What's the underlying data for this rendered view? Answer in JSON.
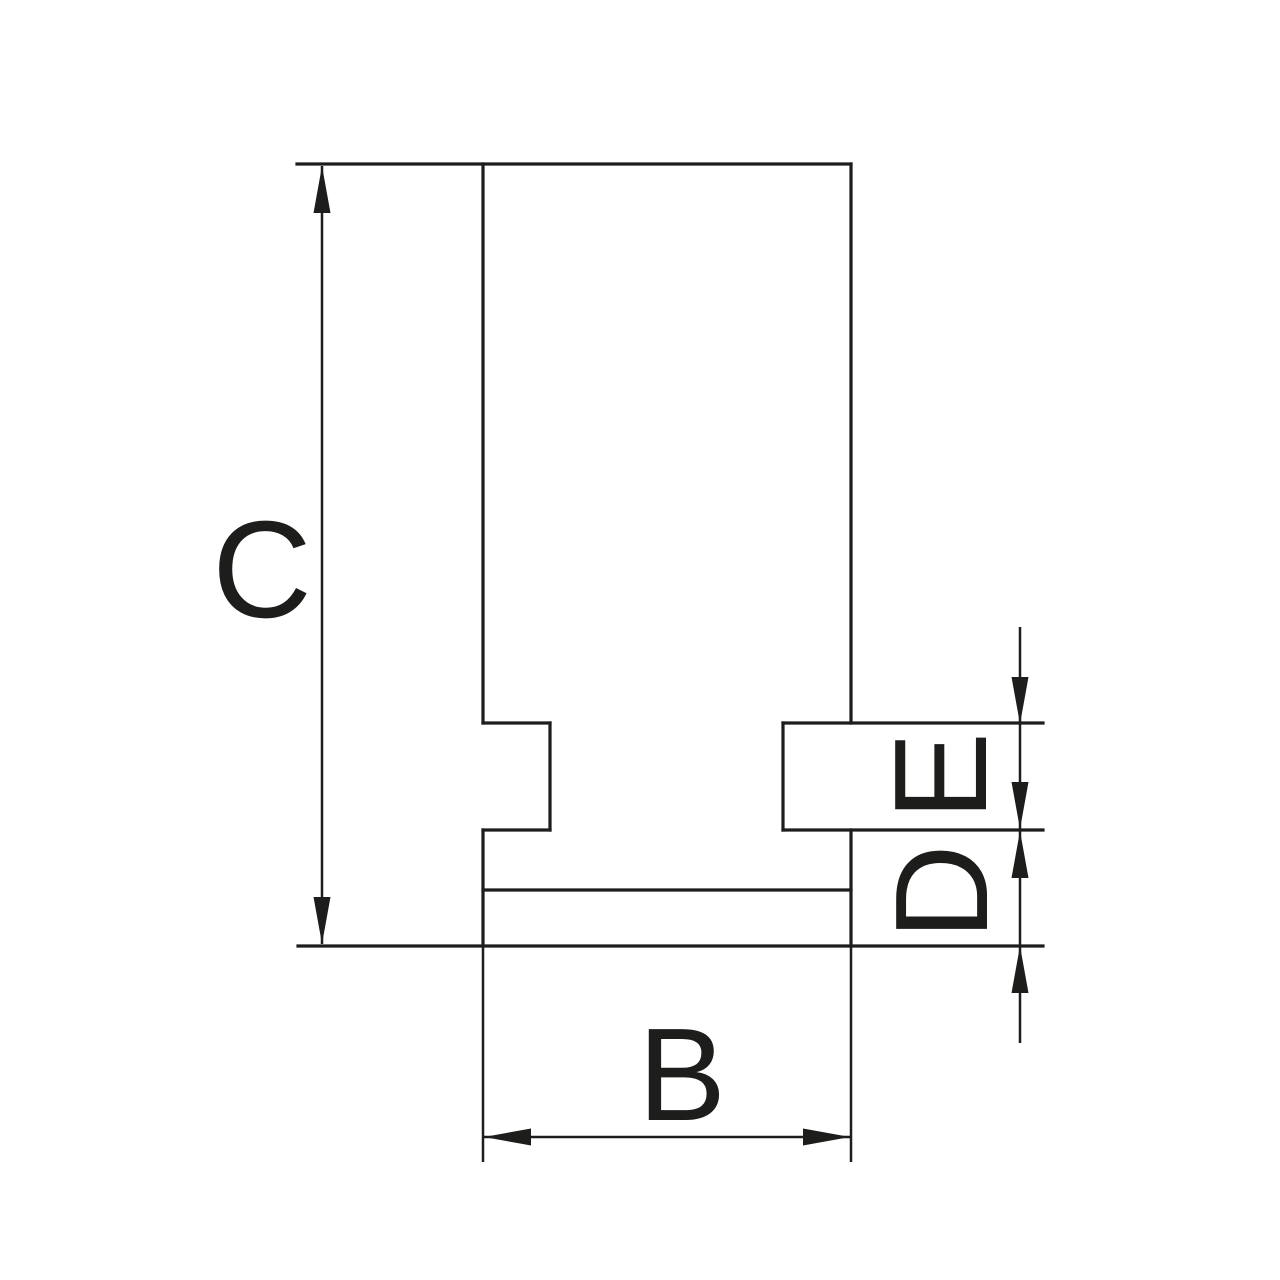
{
  "drawing": {
    "colors": {
      "ink": "#1d1d1b",
      "background": "#ffffff"
    },
    "labels": {
      "overall_height": "C",
      "jaw_width": "B",
      "base_height": "D",
      "tenon_height": "E"
    }
  }
}
